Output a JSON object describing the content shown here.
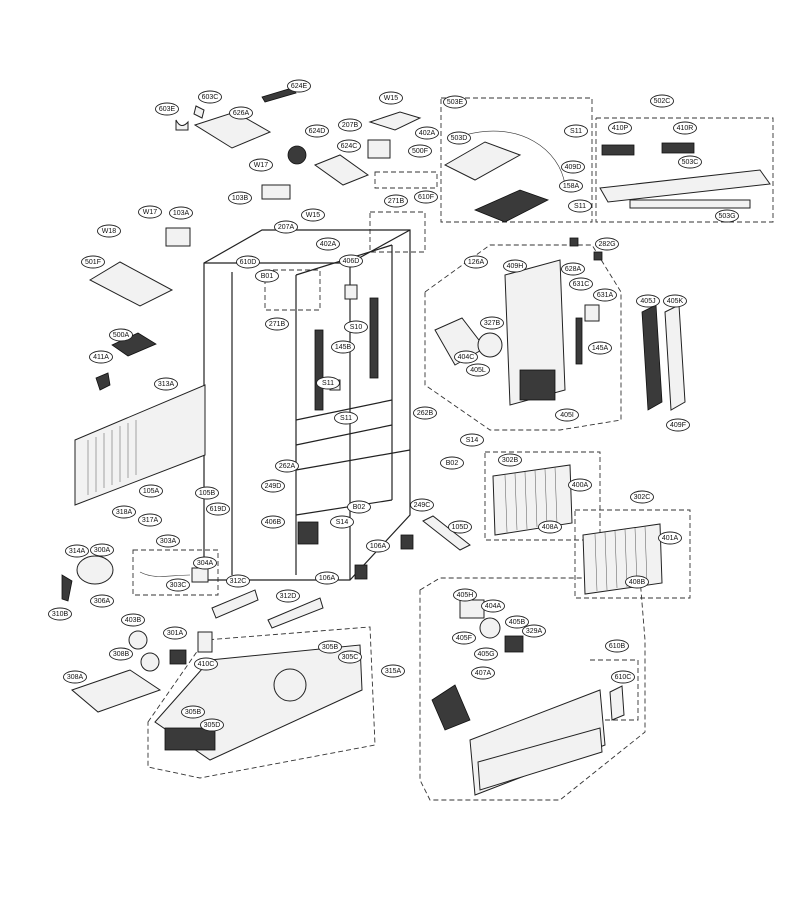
{
  "callouts": [
    {
      "id": "624E"
    },
    {
      "id": "603E"
    },
    {
      "id": "603C"
    },
    {
      "id": "626A"
    },
    {
      "id": "W15"
    },
    {
      "id": "207B"
    },
    {
      "id": "402A"
    },
    {
      "id": "624D"
    },
    {
      "id": "624C"
    },
    {
      "id": "500F"
    },
    {
      "id": "W17"
    },
    {
      "id": "103B"
    },
    {
      "id": "610F"
    },
    {
      "id": "503E"
    },
    {
      "id": "503D"
    },
    {
      "id": "S11"
    },
    {
      "id": "409D"
    },
    {
      "id": "158A"
    },
    {
      "id": "S11"
    },
    {
      "id": "502C"
    },
    {
      "id": "410P"
    },
    {
      "id": "410R"
    },
    {
      "id": "503C"
    },
    {
      "id": "503G"
    },
    {
      "id": "W18"
    },
    {
      "id": "W17"
    },
    {
      "id": "103A"
    },
    {
      "id": "207A"
    },
    {
      "id": "W15"
    },
    {
      "id": "402A"
    },
    {
      "id": "271B"
    },
    {
      "id": "501F"
    },
    {
      "id": "610D"
    },
    {
      "id": "406D"
    },
    {
      "id": "B01"
    },
    {
      "id": "S10"
    },
    {
      "id": "271B"
    },
    {
      "id": "282G"
    },
    {
      "id": "126A"
    },
    {
      "id": "409H"
    },
    {
      "id": "628A"
    },
    {
      "id": "631C"
    },
    {
      "id": "631A"
    },
    {
      "id": "405J"
    },
    {
      "id": "405K"
    },
    {
      "id": "500A"
    },
    {
      "id": "145B"
    },
    {
      "id": "327B"
    },
    {
      "id": "404C"
    },
    {
      "id": "145A"
    },
    {
      "id": "405L"
    },
    {
      "id": "411A"
    },
    {
      "id": "S11"
    },
    {
      "id": "313A"
    },
    {
      "id": "S11"
    },
    {
      "id": "405I"
    },
    {
      "id": "409F"
    },
    {
      "id": "262B"
    },
    {
      "id": "S14"
    },
    {
      "id": "B02"
    },
    {
      "id": "302B"
    },
    {
      "id": "262A"
    },
    {
      "id": "400A"
    },
    {
      "id": "249D"
    },
    {
      "id": "105A"
    },
    {
      "id": "105B"
    },
    {
      "id": "B02"
    },
    {
      "id": "249C"
    },
    {
      "id": "619D"
    },
    {
      "id": "S14"
    },
    {
      "id": "302C"
    },
    {
      "id": "318A"
    },
    {
      "id": "317A"
    },
    {
      "id": "406B"
    },
    {
      "id": "105D"
    },
    {
      "id": "408A"
    },
    {
      "id": "401A"
    },
    {
      "id": "303A"
    },
    {
      "id": "106A"
    },
    {
      "id": "314A"
    },
    {
      "id": "300A"
    },
    {
      "id": "304A"
    },
    {
      "id": "106A"
    },
    {
      "id": "303C"
    },
    {
      "id": "312C"
    },
    {
      "id": "408B"
    },
    {
      "id": "306A"
    },
    {
      "id": "312D"
    },
    {
      "id": "310B"
    },
    {
      "id": "405H"
    },
    {
      "id": "404A"
    },
    {
      "id": "610B"
    },
    {
      "id": "403B"
    },
    {
      "id": "405B"
    },
    {
      "id": "301A"
    },
    {
      "id": "329A"
    },
    {
      "id": "305B"
    },
    {
      "id": "405F"
    },
    {
      "id": "308B"
    },
    {
      "id": "405G"
    },
    {
      "id": "305C"
    },
    {
      "id": "315A"
    },
    {
      "id": "410C"
    },
    {
      "id": "610C"
    },
    {
      "id": "308A"
    },
    {
      "id": "407A"
    },
    {
      "id": "305B"
    },
    {
      "id": "305D"
    }
  ]
}
